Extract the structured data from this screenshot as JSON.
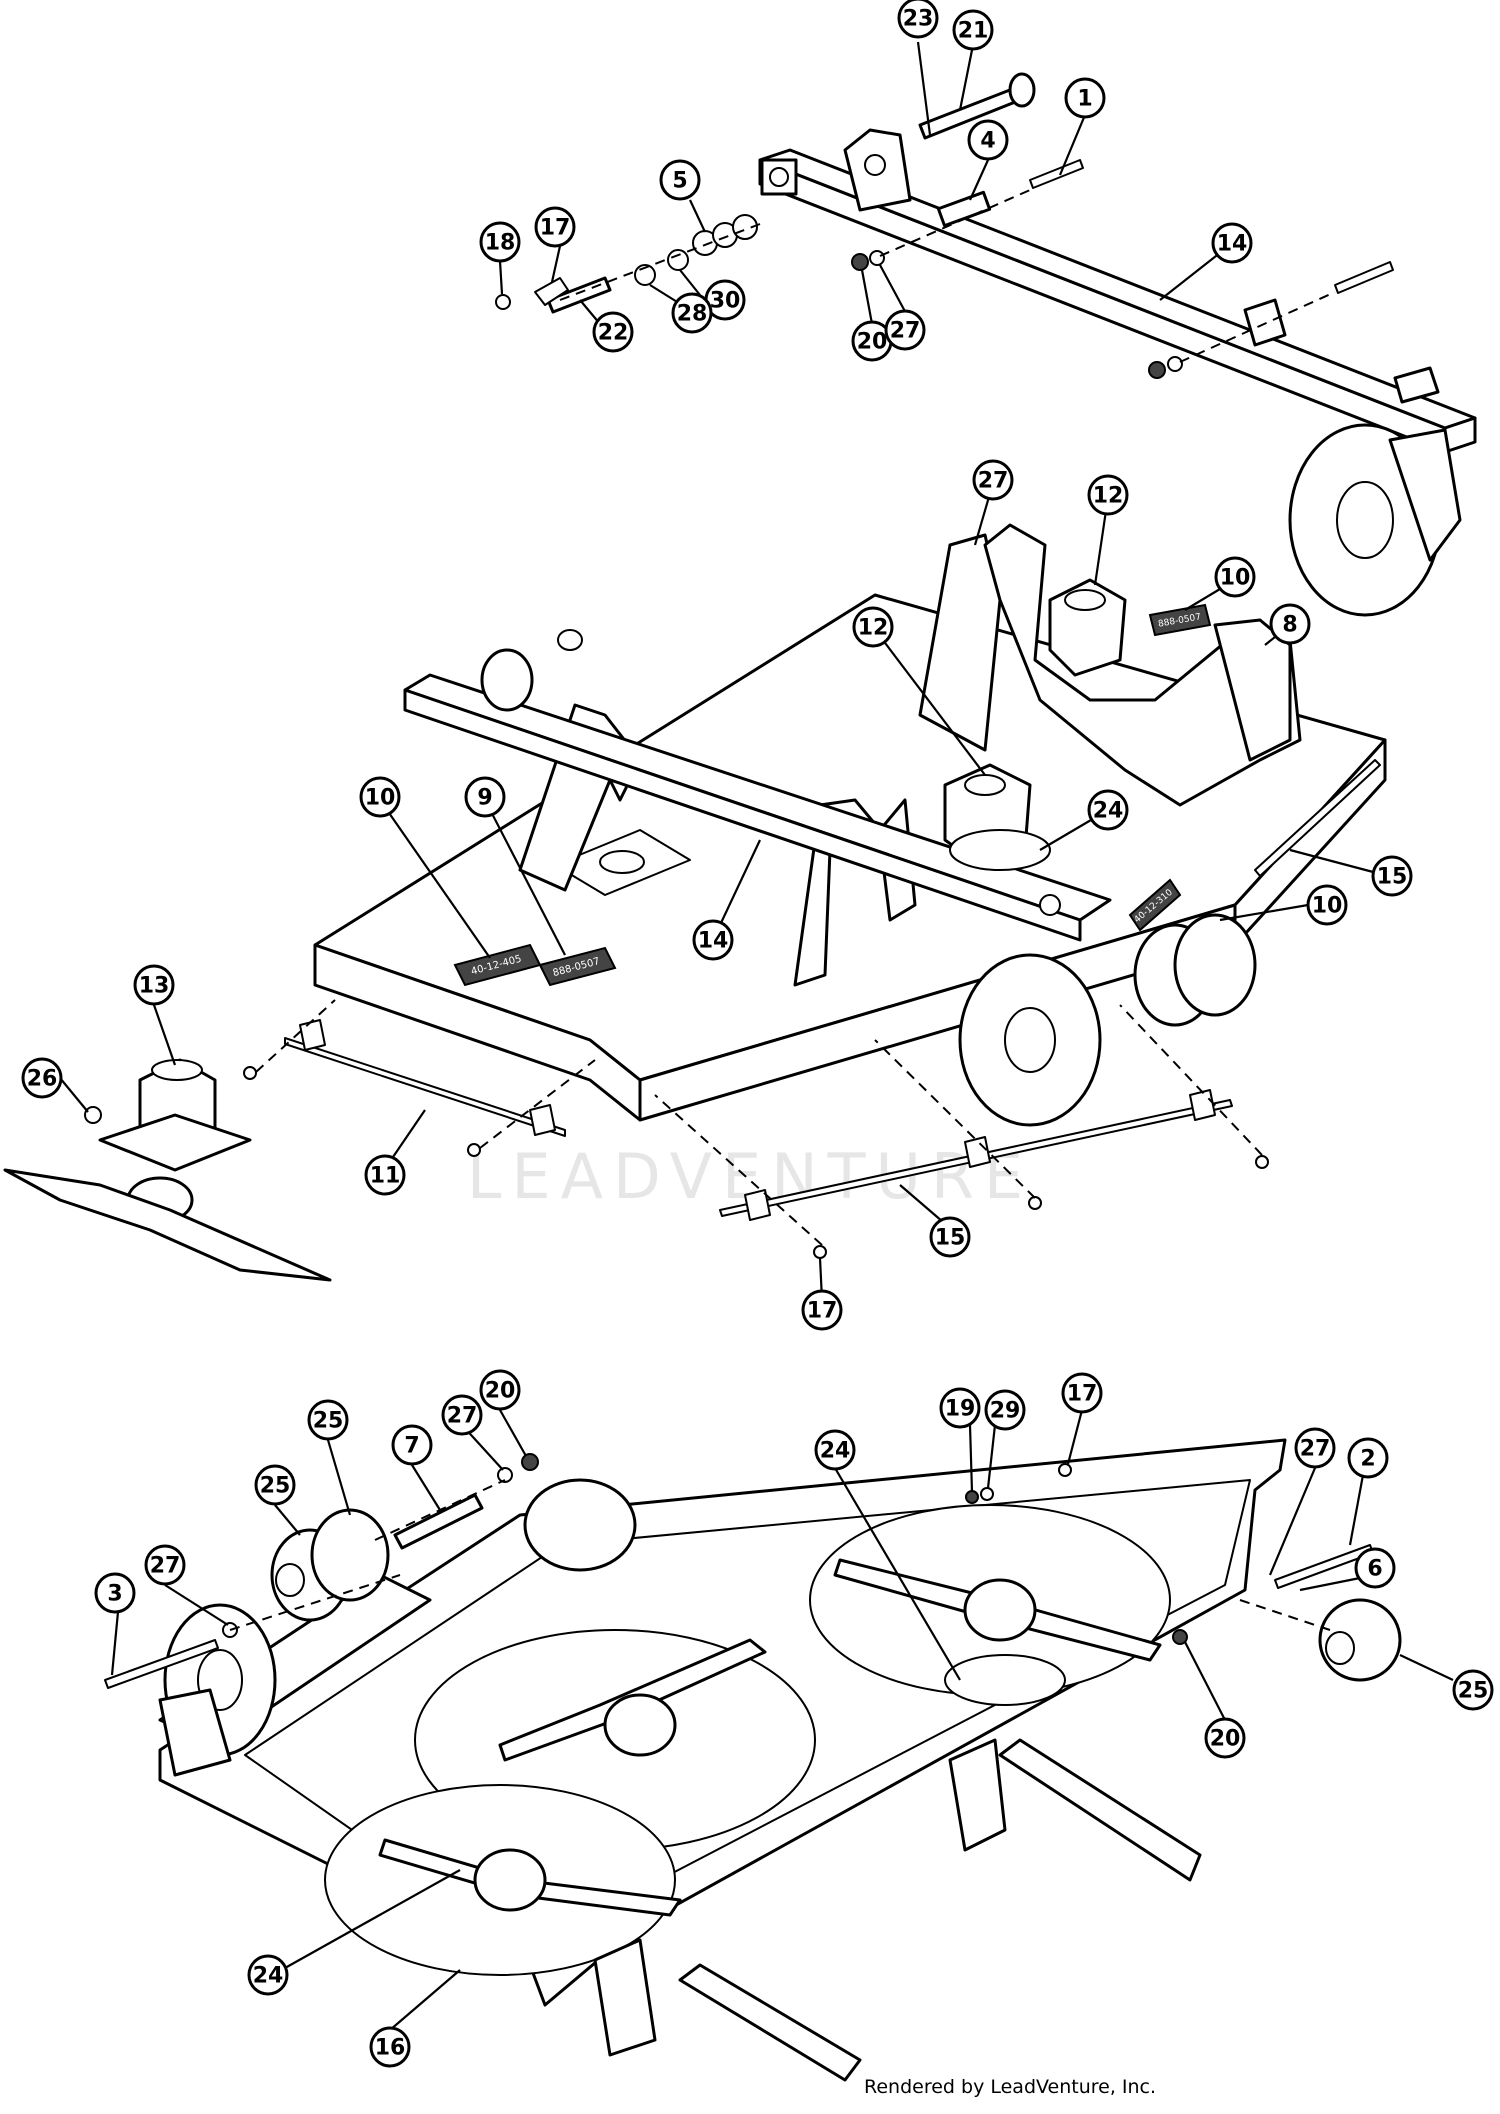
{
  "callouts": [
    {
      "label": "23"
    },
    {
      "label": "21"
    },
    {
      "label": "1"
    },
    {
      "label": "4"
    },
    {
      "label": "5"
    },
    {
      "label": "17"
    },
    {
      "label": "18"
    },
    {
      "label": "30"
    },
    {
      "label": "28"
    },
    {
      "label": "22"
    },
    {
      "label": "20"
    },
    {
      "label": "27"
    },
    {
      "label": "14"
    },
    {
      "label": "27"
    },
    {
      "label": "12"
    },
    {
      "label": "10"
    },
    {
      "label": "12"
    },
    {
      "label": "8"
    },
    {
      "label": "9"
    },
    {
      "label": "10"
    },
    {
      "label": "24"
    },
    {
      "label": "14"
    },
    {
      "label": "15"
    },
    {
      "label": "10"
    },
    {
      "label": "13"
    },
    {
      "label": "26"
    },
    {
      "label": "11"
    },
    {
      "label": "15"
    },
    {
      "label": "17"
    },
    {
      "label": "25"
    },
    {
      "label": "25"
    },
    {
      "label": "7"
    },
    {
      "label": "27"
    },
    {
      "label": "20"
    },
    {
      "label": "19"
    },
    {
      "label": "29"
    },
    {
      "label": "17"
    },
    {
      "label": "24"
    },
    {
      "label": "27"
    },
    {
      "label": "2"
    },
    {
      "label": "6"
    },
    {
      "label": "3"
    },
    {
      "label": "27"
    },
    {
      "label": "25"
    },
    {
      "label": "20"
    },
    {
      "label": "24"
    },
    {
      "label": "16"
    }
  ],
  "decals": [
    {
      "text": "40-12-405"
    },
    {
      "text": "888-0507"
    },
    {
      "text": "888-0507"
    },
    {
      "text": "40-12-310"
    }
  ],
  "watermark": "LEADVENTURE",
  "credit": "Rendered by LeadVenture, Inc."
}
